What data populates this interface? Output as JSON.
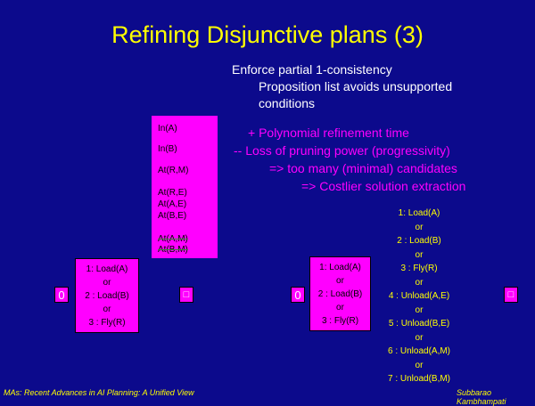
{
  "title": "Refining Disjunctive plans (3)",
  "intro": {
    "line1": "Enforce partial 1-consistency",
    "line2": "Proposition list avoids unsupported",
    "line3": "conditions"
  },
  "tradeoffs": {
    "line1": "+ Polynomial refinement time",
    "line2": "-- Loss of pruning power (progressivity)",
    "line3": "=> too many (minimal) candidates",
    "line4": "=> Costlier solution extraction"
  },
  "proposition_list": [
    "In(A)",
    "In(B)",
    "At(R,M)",
    "At(R,E)",
    "At(A,E)",
    "At(B,E)",
    "At(A,M)",
    "At(B,M)"
  ],
  "plan_left": {
    "start": "0",
    "ops": [
      "1: Load(A)",
      "or",
      "2 : Load(B)",
      "or",
      "3 : Fly(R)"
    ],
    "end": "□"
  },
  "plan_right": {
    "start": "0",
    "step1_ops": [
      "1: Load(A)",
      "or",
      "2 : Load(B)",
      "or",
      "3 : Fly(R)"
    ],
    "step2_ops": [
      "1: Load(A)",
      "or",
      "2 : Load(B)",
      "or",
      "3 : Fly(R)",
      "or",
      "4 : Unload(A,E)",
      "or",
      "5 : Unload(B,E)",
      "or",
      "6 : Unload(A,M)",
      "or",
      "7 : Unload(B,M)"
    ],
    "end": "□"
  },
  "footer": {
    "left": "MAs: Recent Advances in AI Planning: A Unified View",
    "right": "Subbarao Kambhampati"
  }
}
